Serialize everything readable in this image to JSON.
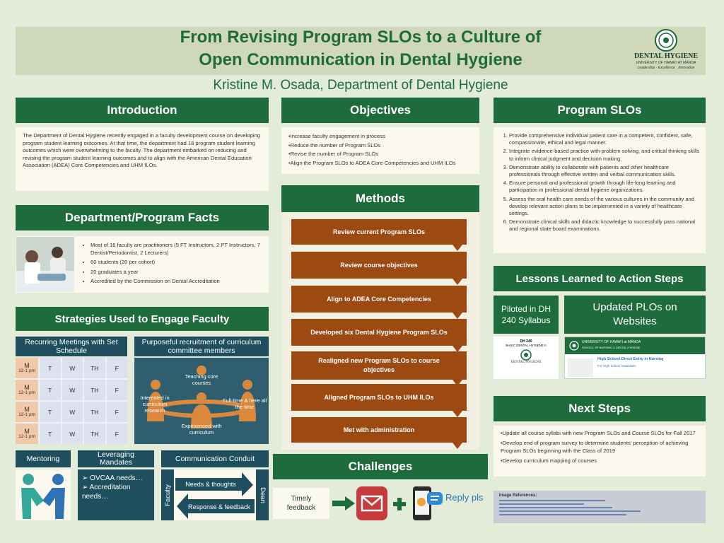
{
  "title_line1": "From Revising Program SLOs to a Culture of",
  "title_line2": "Open Communication in Dental Hygiene",
  "author": "Kristine M. Osada, Department of Dental Hygiene",
  "logo": {
    "name": "DENTAL HYGIENE",
    "university": "UNIVERSITY OF HAWAI'I AT MĀNOA",
    "tagline": "Leadership · Excellence · Innovation"
  },
  "intro": {
    "heading": "Introduction",
    "text": "The Department of Dental Hygiene recently engaged in a faculty development course on developing program student learning outcomes.  At that time, the department had 18 program student learning outcomes which were overwhelming to the faculty.  The department embarked on reducing and revising the program student learning outcomes and to align with the American Dental Education Association  (ADEA) Core Competencies and UHM ILOs."
  },
  "facts": {
    "heading": "Department/Program Facts",
    "items": [
      "Most of 16 faculty are practitioners (5  FT Instructors,  2 PT Instructors, 7 Dentist/Periodontist,  2 Lecturers)",
      "60 students (20 per cohort)",
      "20 graduates a year",
      "Accredited by the Commission on Dental Accreditation"
    ]
  },
  "strategies": {
    "heading": "Strategies Used to Engage Faculty",
    "meetings_title": "Recurring Meetings with Set Schedule",
    "days": [
      "M",
      "T",
      "W",
      "TH",
      "F"
    ],
    "time": "12-1 pm",
    "recruit_title": "Purposeful recruitment of curriculum committee members",
    "recruit_labels": [
      "Teaching core courses",
      "Interested in curriculum research",
      "Full-time & here all the time",
      "Experienced with curriculum"
    ],
    "mentoring": "Mentoring",
    "mandates_title": "Leveraging Mandates",
    "mandates": [
      "OVCAA needs…",
      "Accreditation needs…"
    ],
    "conduit_title": "Communication Conduit",
    "faculty": "Faculty",
    "dean": "Dean",
    "needs": "Needs & thoughts",
    "response": "Response & feedback"
  },
  "objectives": {
    "heading": "Objectives",
    "items": [
      "•Increase faculty engagement in process",
      "•Reduce the number of Program SLOs",
      "•Revise the number of Program SLOs",
      "•Align the Program SLOs to  ADEA Core Competencies  and UHM ILOs"
    ]
  },
  "methods": {
    "heading": "Methods",
    "steps": [
      "Review current Program SLOs",
      "Review course objectives",
      "Align to ADEA Core Competencies",
      "Developed six Dental Hygiene Program SLOs",
      "Realigned new Program SLOs to course objectives",
      "Aligned Program SLOs  to UHM ILOs",
      "Met with administration"
    ]
  },
  "challenges": {
    "heading": "Challenges",
    "timely": "Timely feedback",
    "reply": "Reply pls"
  },
  "slos": {
    "heading": "Program SLOs",
    "items": [
      "Provide comprehensive individual patient care in a competent, confident, safe, compassionate, ethical and legal manner.",
      "Integrate evidence-based practice with problem solving, and critical thinking skills to inform clinical judgment and decision making.",
      "Demonstrate ability to collaborate with patients and other healthcare professionals through effective written and verbal communication skills.",
      "Ensure personal and professional growth through life-long learning and participation in professional dental hygiene organizations.",
      "Assess the oral health care needs of the various cultures in the community and develop relevant action plans to be implemented in a variety of healthcare settings.",
      "Demonstrate clinical skills and didactic knowledge to successfully pass national and regional state board examinations."
    ]
  },
  "lessons": {
    "heading": "Lessons Learned to Action Steps",
    "piloted": "Piloted in DH 240 Syllabus",
    "updated": "Updated PLOs on Websites",
    "syllabus_code": "DH 240",
    "syllabus_title": "BASIC DENTAL HYGIENE II",
    "web_uni": "UNIVERSITY OF HAWAI'I at MĀNOA",
    "web_school": "SCHOOL OF NURSING & DENTAL HYGIENE",
    "web_heading": "High School Direct Entry in Nursing",
    "web_sub": "For High School Graduates"
  },
  "next": {
    "heading": "Next Steps",
    "items": [
      "•Update all course syllabi with new  Program SLOs and Course SLOs for Fall 2017",
      "•Develop end of program survey to determine students' perception of achieving Program SLOs beginning with the Class of 2019",
      "•Develop curriculum mapping of courses"
    ]
  },
  "refs": {
    "heading": "Image References:"
  },
  "colors": {
    "green": "#1e6b3c",
    "brown": "#9c4a12",
    "navy": "#1f4f5f",
    "background": "#e3ecd9"
  }
}
